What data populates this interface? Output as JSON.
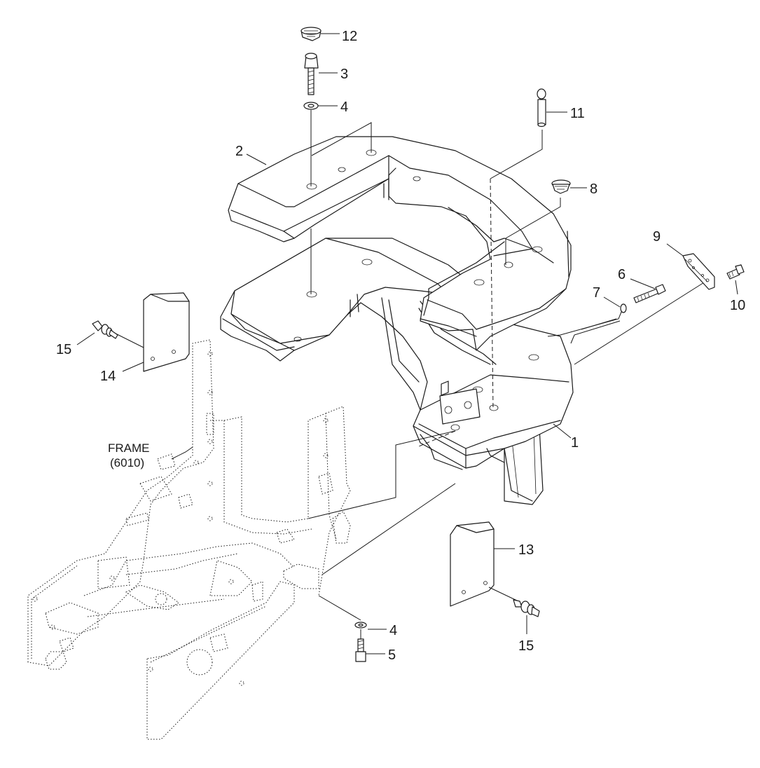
{
  "diagram": {
    "labels": {
      "p1": "1",
      "p2": "2",
      "p3": "3",
      "p4a": "4",
      "p4b": "4",
      "p5": "5",
      "p6": "6",
      "p7": "7",
      "p8": "8",
      "p9": "9",
      "p10": "10",
      "p11": "11",
      "p12": "12",
      "p13": "13",
      "p14": "14",
      "p15a": "15",
      "p15b": "15"
    },
    "frame_note": {
      "line1": "FRAME",
      "line2": "(6010)"
    }
  }
}
